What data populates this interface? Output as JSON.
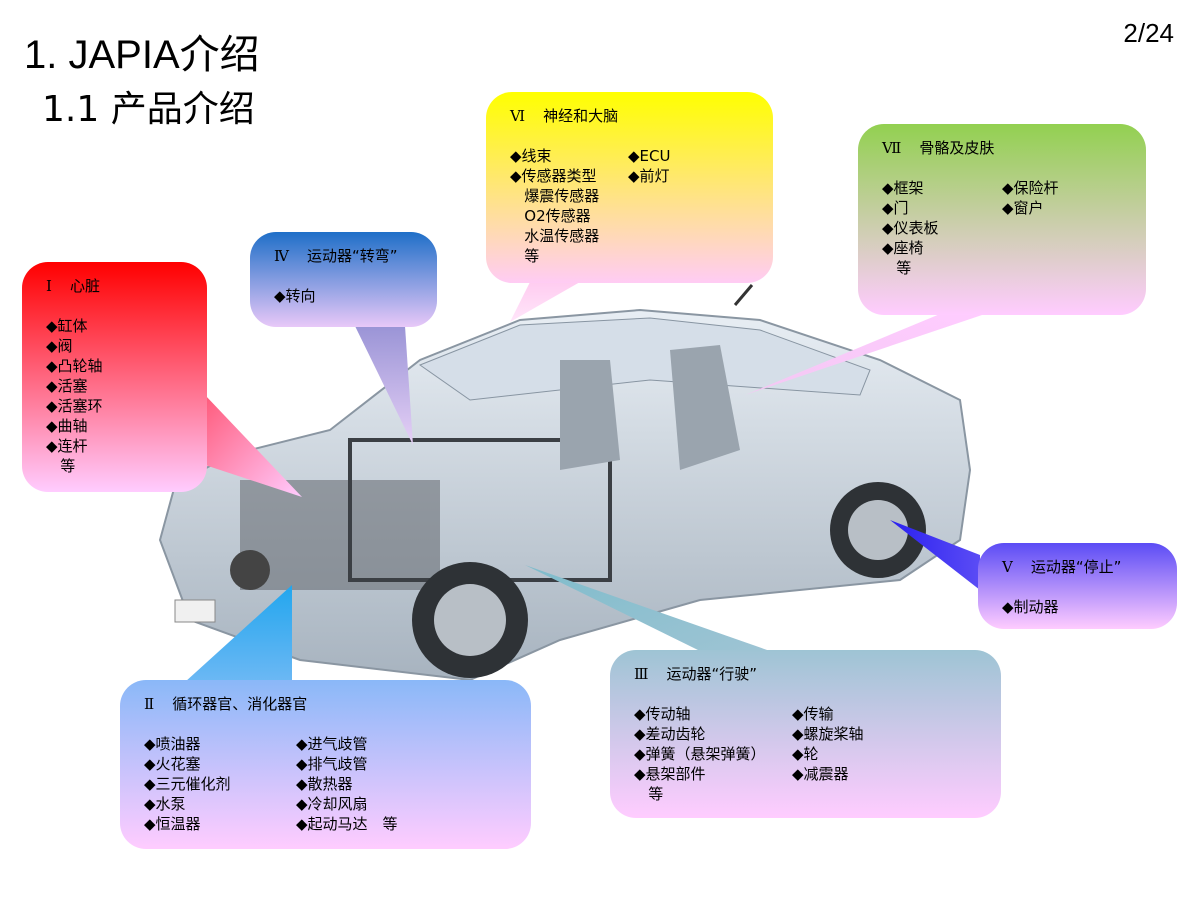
{
  "title": "1. JAPIA介绍",
  "subtitle": "1.1  产品介绍",
  "page_number": "2/24",
  "colors": {
    "heart": "#ff0000",
    "turn": "#2a6fc8",
    "brain": "#ffff00",
    "skeleton": "#92d050",
    "stop": "#5b4cf5",
    "drive": "#9ec4d4",
    "circulation": "#39b0f0",
    "fade": "#ffccff"
  },
  "callouts": {
    "heart": {
      "num": "Ⅰ",
      "title": "心脏",
      "col1": [
        "◆缸体",
        "◆阀",
        "◆凸轮轴",
        "◆活塞",
        "◆活塞环",
        "◆曲轴",
        "◆连杆",
        "   等"
      ]
    },
    "turn": {
      "num": "Ⅳ",
      "title": "运动器“转弯”",
      "col1": [
        "◆转向"
      ]
    },
    "brain": {
      "num": "Ⅵ",
      "title": "神经和大脑",
      "col1": [
        "◆线束",
        "◆传感器类型",
        "   爆震传感器",
        "   O2传感器",
        "   水温传感器",
        "   等"
      ],
      "col2": [
        "◆ECU",
        "◆前灯"
      ]
    },
    "skeleton": {
      "num": "Ⅶ",
      "title": "骨骼及皮肤",
      "col1": [
        "◆框架",
        "◆门",
        "◆仪表板",
        "◆座椅",
        "   等"
      ],
      "col2": [
        "◆保险杆",
        "◆窗户"
      ]
    },
    "stop": {
      "num": "Ⅴ",
      "title": "运动器“停止”",
      "col1": [
        "◆制动器"
      ]
    },
    "drive": {
      "num": "Ⅲ",
      "title": "运动器“行驶”",
      "col1": [
        "◆传动轴",
        "◆差动齿轮",
        "◆弹簧（悬架弹簧）",
        "◆悬架部件",
        "   等"
      ],
      "col2": [
        "◆传输",
        "◆螺旋桨轴",
        "◆轮",
        "◆减震器"
      ]
    },
    "circulation": {
      "num": "Ⅱ",
      "title": "循环器官、消化器官",
      "col1": [
        "◆喷油器",
        "◆火花塞",
        "◆三元催化剂",
        "◆水泵",
        "◆恒温器"
      ],
      "col2": [
        "◆进气歧管",
        "◆排气歧管",
        "◆散热器",
        "◆冷却风扇",
        "◆起动马达　等"
      ]
    }
  }
}
